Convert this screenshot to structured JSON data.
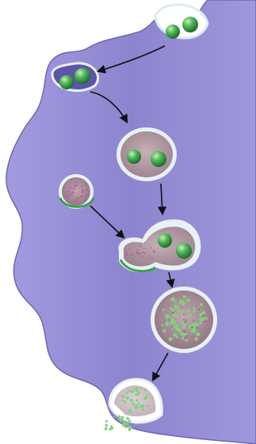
{
  "colors": {
    "background": "#ffffff",
    "cell_body": "#8f86cf",
    "cell_body_light": "#b4aee3",
    "cell_edge": "#6f66b3",
    "vesicle_lumen": "#b9a1a8",
    "lysosome_lumen": "#a98e9a",
    "membrane_rim": "#e6f2f4",
    "particle_green": "#3aa14a",
    "particle_green_light": "#9ee08f",
    "enzyme_dots": "#b06a97",
    "digest_fragments": "#7fd37a",
    "arrow": "#111111"
  },
  "diagram": {
    "description_labels": [],
    "stages": [
      {
        "name": "particles-binding-membrane",
        "particles": 2
      },
      {
        "name": "membrane-invagination",
        "particles": 2
      },
      {
        "name": "endocytic-vesicle",
        "particles": 2
      },
      {
        "name": "lysosome",
        "particles": 0
      },
      {
        "name": "fusion-with-lysosome",
        "particles": 2
      },
      {
        "name": "digestion",
        "particles": 0
      },
      {
        "name": "exocytosis-of-residue",
        "particles": 0
      }
    ],
    "arrows": [
      {
        "from": "membrane-invagination-top",
        "to": "membrane-invagination"
      },
      {
        "from": "membrane-invagination",
        "to": "endocytic-vesicle"
      },
      {
        "from": "endocytic-vesicle",
        "to": "fusion-with-lysosome"
      },
      {
        "from": "lysosome",
        "to": "fusion-with-lysosome"
      },
      {
        "from": "fusion-with-lysosome",
        "to": "digestion"
      },
      {
        "from": "digestion",
        "to": "exocytosis-of-residue"
      }
    ]
  }
}
